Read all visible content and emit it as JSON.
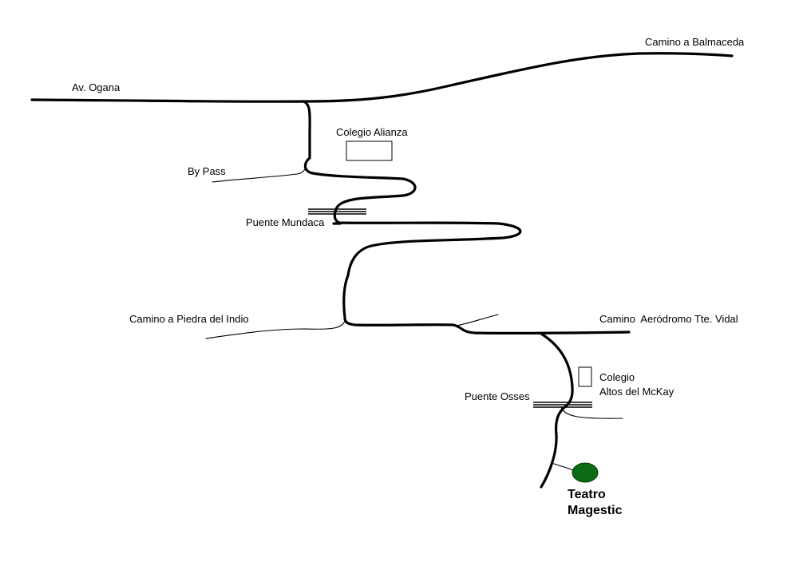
{
  "title": "Mapa de ruta al Teatro Magestic",
  "labels": {
    "camino_balmaceda": "Camino a Balmaceda",
    "av_ogana": "Av. Ogana",
    "colegio_alianza": "Colegio Alianza",
    "by_pass": "By Pass",
    "puente_mundaca": "Puente Mundaca",
    "camino_piedra_indio": "Camino a Piedra del Indio",
    "camino_aerodromo": "Camino  Aeródromo Tte. Vidal",
    "colegio_altos_line1": "Colegio",
    "colegio_altos_line2": "Altos del McKay",
    "puente_osses": "Puente Osses",
    "teatro_line1": "Teatro",
    "teatro_line2": "Magestic"
  },
  "colors": {
    "road": "#000000",
    "destination": "#0b6b12",
    "background": "#ffffff"
  }
}
